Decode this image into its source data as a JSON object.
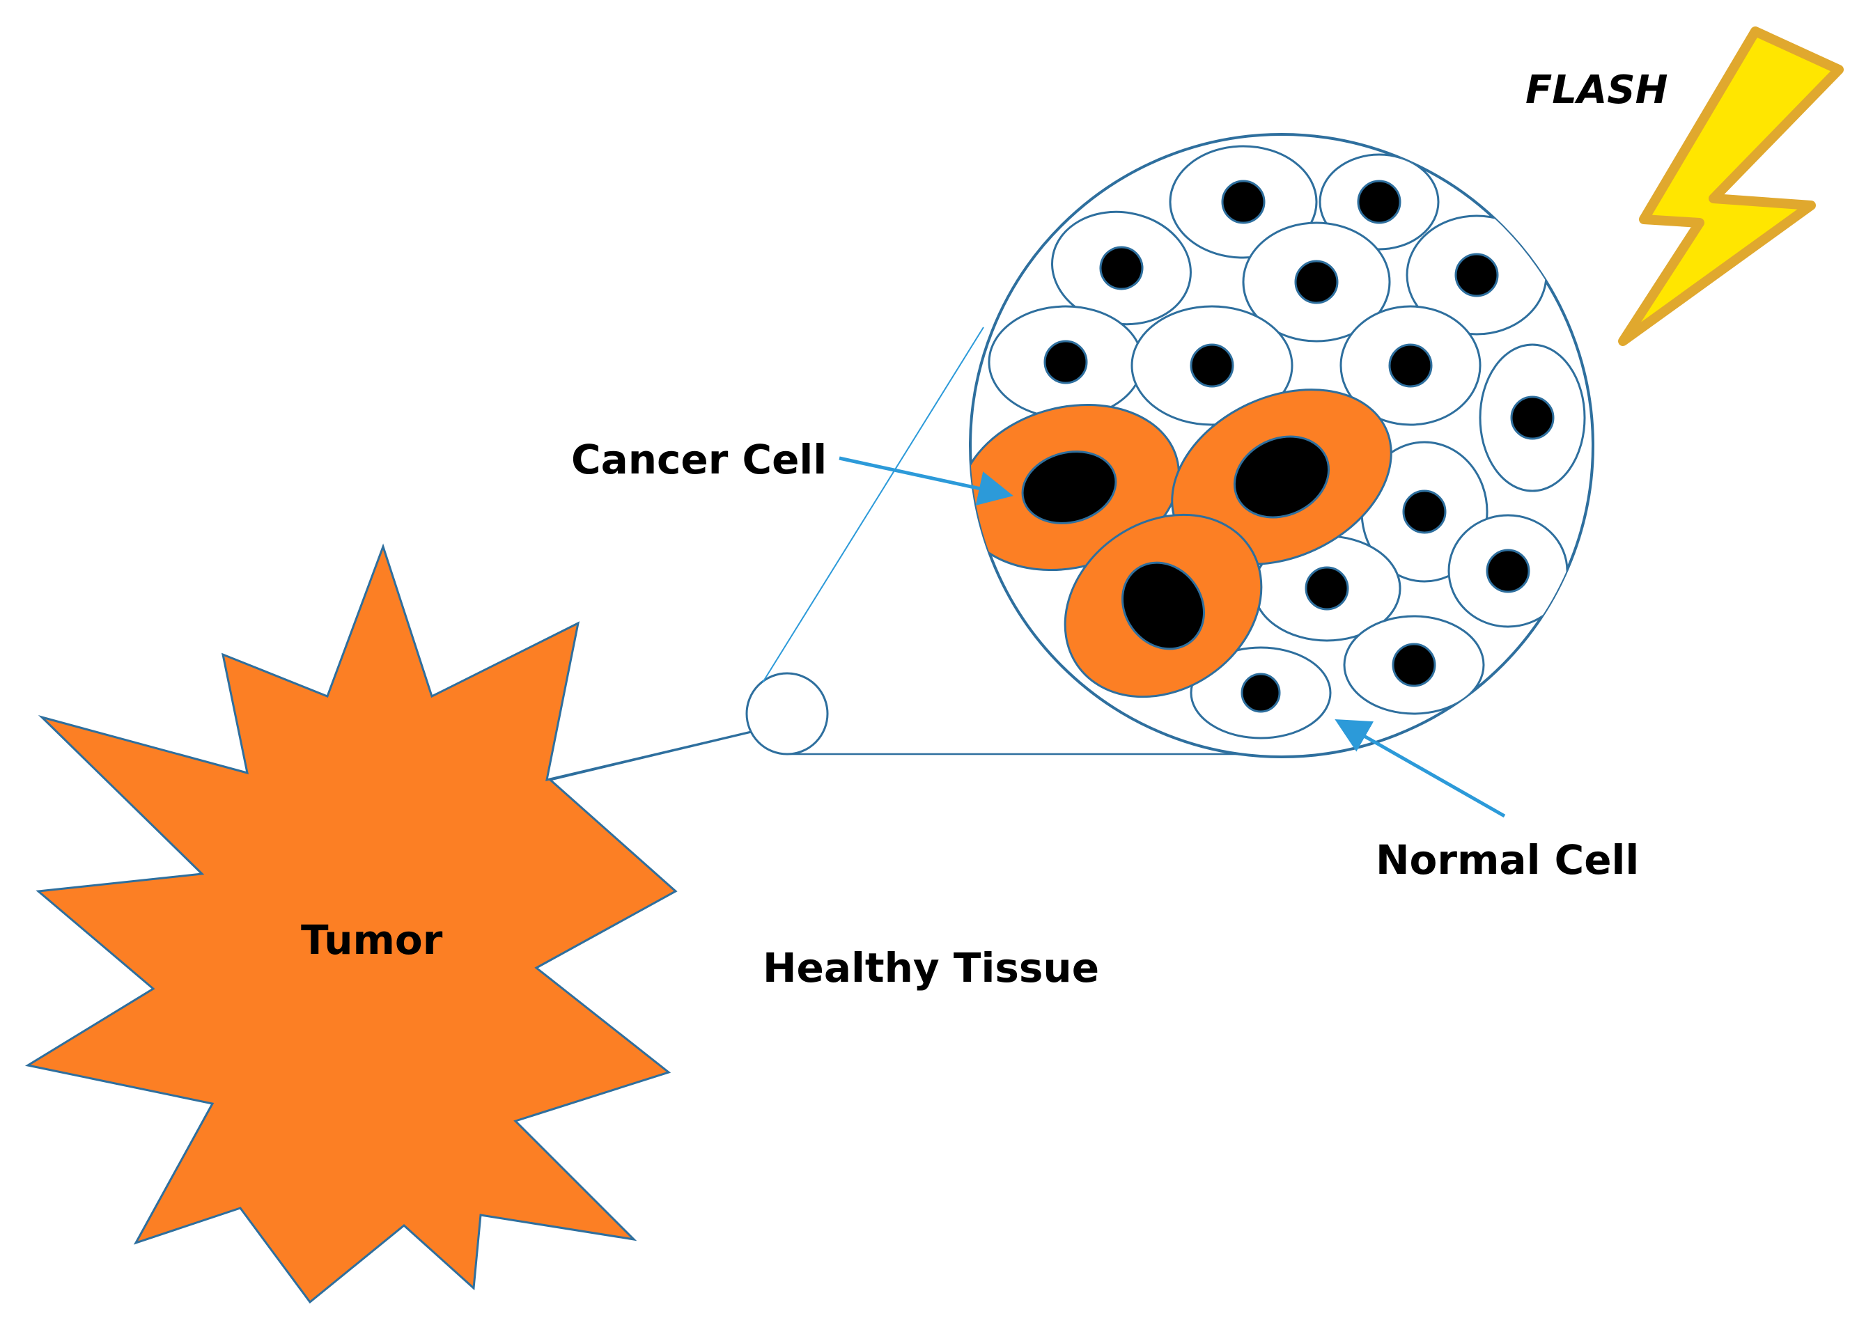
{
  "labels": {
    "flash": "FLASH",
    "cancer_cell": "Cancer Cell",
    "normal_cell": "Normal Cell",
    "tumor": "Tumor",
    "healthy_tissue": "Healthy Tissue"
  },
  "colors": {
    "tumor_fill": "#FC7F24",
    "cancer_cell_fill": "#FC7F24",
    "outline": "#2E6F9E",
    "arrow": "#2C9AD9",
    "nucleus": "#000000",
    "flash_fill": "#FFE600",
    "flash_stroke": "#E0A82E"
  },
  "icons": {
    "flash": "lightning-bolt-icon"
  }
}
